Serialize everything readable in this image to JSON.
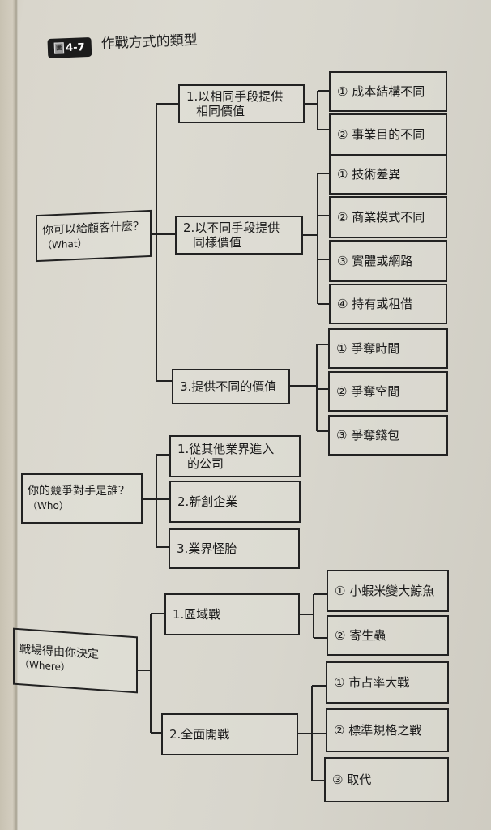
{
  "figure": {
    "badge": "4-7",
    "badge_prefix_glyph": "圖",
    "title": "作戰方式的類型"
  },
  "diagram": {
    "what": {
      "label": "你可以給顧客什麼？",
      "sub": "（What）",
      "children": [
        {
          "label_line1": "1.以相同手段提供",
          "label_line2": "相同價值",
          "children": [
            "① 成本結構不同",
            "② 事業目的不同"
          ]
        },
        {
          "label_line1": "2.以不同手段提供",
          "label_line2": "同樣價值",
          "children": [
            "① 技術差異",
            "② 商業模式不同",
            "③ 實體或網路",
            "④ 持有或租借"
          ]
        },
        {
          "label_line1": "3.提供不同的價值",
          "label_line2": "",
          "children": [
            "① 爭奪時間",
            "② 爭奪空間",
            "③ 爭奪錢包"
          ]
        }
      ]
    },
    "who": {
      "label": "你的競爭對手是誰？",
      "sub": "（Who）",
      "children": [
        {
          "label_line1": "1.從其他業界進入",
          "label_line2": "的公司"
        },
        {
          "label_line1": "2.新創企業",
          "label_line2": ""
        },
        {
          "label_line1": "3.業界怪胎",
          "label_line2": ""
        }
      ]
    },
    "where": {
      "label": "戰場得由你決定",
      "sub": "（Where）",
      "children": [
        {
          "label_line1": "1.區域戰",
          "label_line2": "",
          "children": [
            "① 小蝦米變大鯨魚",
            "② 寄生蟲"
          ]
        },
        {
          "label_line1": "2.全面開戰",
          "label_line2": "",
          "children": [
            "① 市占率大戰",
            "② 標準規格之戰",
            "③ 取代"
          ]
        }
      ]
    }
  },
  "colors": {
    "paper": "#dcdad1",
    "ink": "#1b1b1b",
    "badge_bg": "#1c1c1c"
  }
}
